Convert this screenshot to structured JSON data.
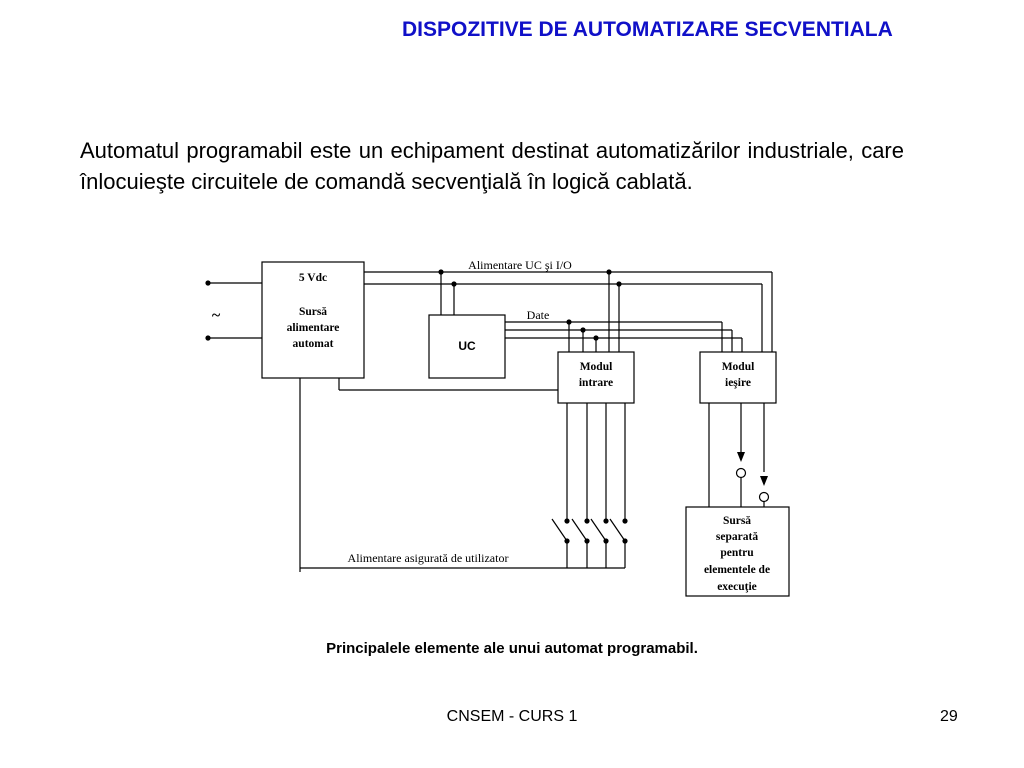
{
  "slide": {
    "title": "DISPOZITIVE DE AUTOMATIZARE SECVENTIALA",
    "paragraph": "Automatul programabil este un echipament destinat automatizărilor industriale, care înlocuieşte circuitele de comandă secvenţială în logică cablată.",
    "caption": "Principalele elemente ale unui automat programabil.",
    "footer": "CNSEM - CURS 1",
    "page_number": "29",
    "title_color": "#1010c8"
  },
  "diagram": {
    "supply_block": {
      "line1": "5 Vdc",
      "line2": "Sursă",
      "line3": "alimentare",
      "line4": "automat"
    },
    "ac_symbol": "~",
    "cpu_block": "UC",
    "input_module": {
      "line1": "Modul",
      "line2": "intrare"
    },
    "output_module": {
      "line1": "Modul",
      "line2": "ieşire"
    },
    "separate_supply": {
      "line1": "Sursă",
      "line2": "separată",
      "line3": "pentru",
      "line4": "elementele de",
      "line5": "execuţie"
    },
    "label_power_bus": "Alimentare UC şi I/O",
    "label_data_bus": "Date",
    "label_user_supply": "Alimentare asigurată de utilizator"
  }
}
